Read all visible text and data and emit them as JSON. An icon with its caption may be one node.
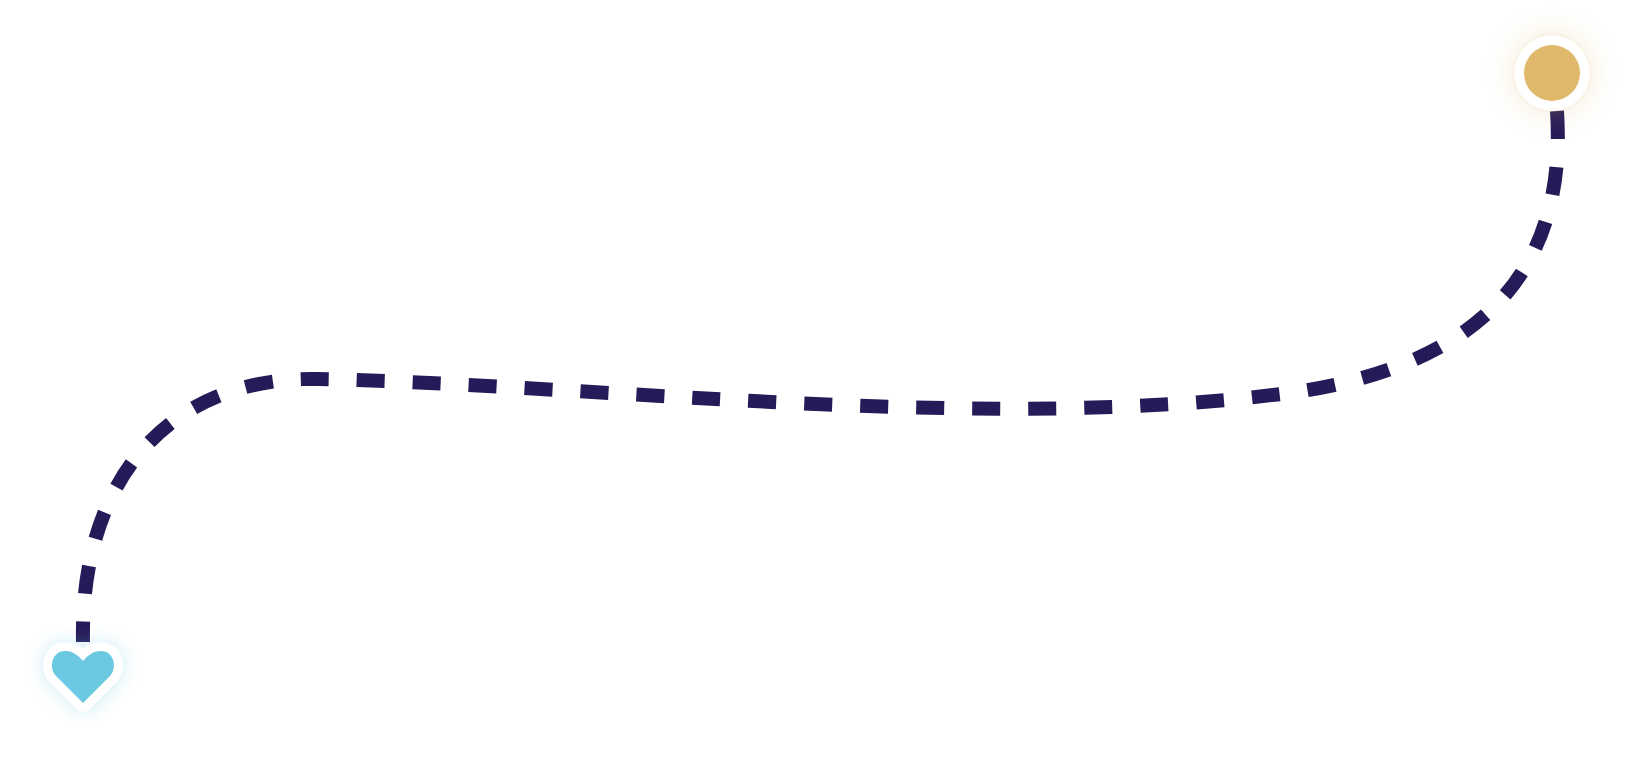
{
  "diagram": {
    "nodes": [
      {
        "text": [],
        "shape": "circle"
      },
      {
        "text": [],
        "shape": "heart"
      }
    ],
    "edges": [
      {
        "from": 0,
        "to": 1,
        "arrow": "none",
        "style": "dashed"
      }
    ]
  }
}
